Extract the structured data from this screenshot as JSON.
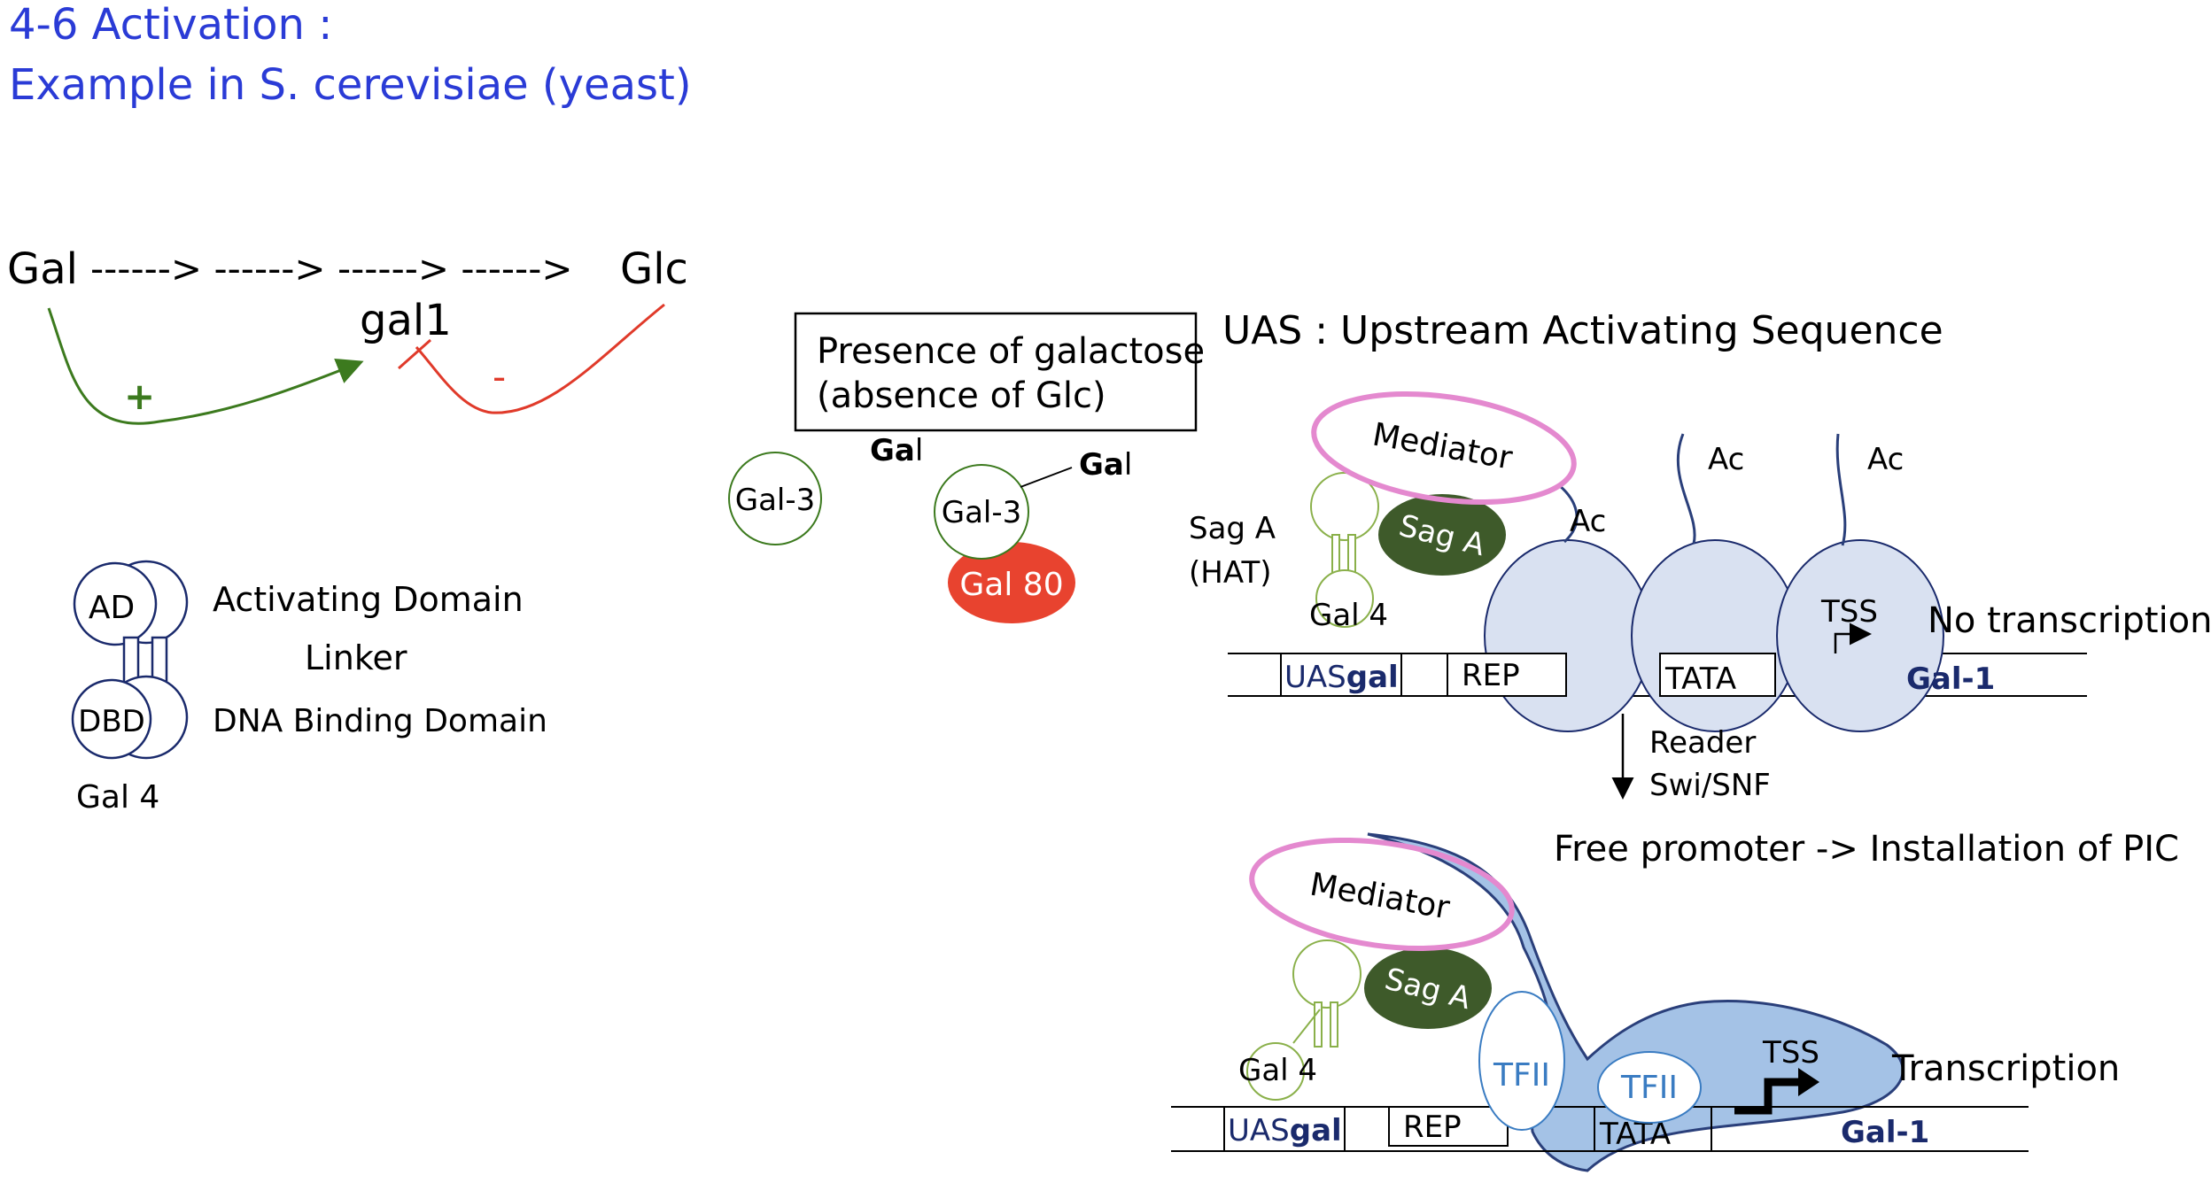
{
  "title": {
    "line1": "4-6 Activation :",
    "line2": "Example in S. cerevisiae (yeast)"
  },
  "pathway": {
    "gal": "Gal",
    "arrows": "------> ------> ------> ------>",
    "glc": "Glc",
    "gene": "gal1",
    "plus": "+",
    "minus": "-"
  },
  "gal4_legend": {
    "ad": "AD",
    "dbd": "DBD",
    "activating": "Activating Domain",
    "linker": "Linker",
    "dna_binding": "DNA Binding Domain",
    "name": "Gal 4"
  },
  "galactose_box": {
    "line1": "Presence of galactose",
    "line2": "(absence of Glc)",
    "gal3": "Gal-3",
    "gal_bold": "Ga",
    "gal_l": "l",
    "gal80": "Gal 80"
  },
  "uas_def": "UAS : Upstream Activating Sequence",
  "top_panel": {
    "mediator": "Mediator",
    "saga": "Sag A",
    "saga_label1": "Sag A",
    "saga_label2": "(HAT)",
    "gal4": "Gal 4",
    "ac": "Ac",
    "tss": "TSS",
    "status": "No transcription",
    "uas_prefix": "UAS",
    "uas_suffix": "gal",
    "rep": "REP",
    "tata": "TATA",
    "gene": "Gal-1",
    "reader": "Reader",
    "swisnf": "Swi/SNF"
  },
  "free_promoter": "Free promoter -> Installation of PIC",
  "bottom_panel": {
    "mediator": "Mediator",
    "saga": "Sag A",
    "gal4": "Gal 4",
    "tfii": "TFII",
    "tss": "TSS",
    "status": "Transcription",
    "uas_prefix": "UAS",
    "uas_suffix": "gal",
    "rep": "REP",
    "tata": "TATA",
    "gene": "Gal-1"
  },
  "colors": {
    "title": "#2a3bd6",
    "green_arrow": "#3c7a1e",
    "red_inhibit": "#e03a2a",
    "navy": "#1a2a6c",
    "mediator": "#e489cf",
    "saga": "#3e5a2a",
    "gal4_outline": "#8ab04a",
    "nucleosome": "#d9e1f1",
    "gal80": "#e8432f",
    "pol2": "#a4c2e6",
    "tfii_text": "#3a7cc2"
  }
}
